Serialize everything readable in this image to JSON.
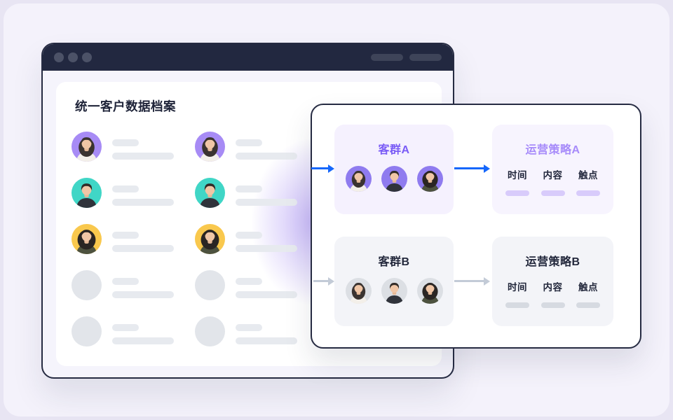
{
  "page": {
    "bg_outer": "#E8E5F3",
    "bg_inner": "#F4F2FB"
  },
  "browser_window": {
    "titlebar": {
      "bg": "#222840",
      "dot_color": "#4C5267",
      "dot_count": 3,
      "pill_color": "#3E4459",
      "pill_count": 2
    },
    "body_bg": "#F5F4FC",
    "border_color": "#262B42",
    "content_card": {
      "title": "统一客户数据档案",
      "title_color": "#1E2338",
      "skeleton_color": "#E7EAEF",
      "glow_color": "#8F70F0",
      "profile_rows": [
        {
          "avatar_color": "#A78BF5",
          "person": "woman-a"
        },
        {
          "avatar_color": "#40D6C6",
          "person": "man-a"
        },
        {
          "avatar_color": "#F9C84D",
          "person": "woman-b"
        },
        {
          "avatar_color": "#E2E5EA",
          "person": "none"
        },
        {
          "avatar_color": "#E2E5EA",
          "person": "none"
        }
      ]
    }
  },
  "flow_panel": {
    "border_color": "#262B42",
    "rows": [
      {
        "segment": {
          "title": "客群A",
          "title_color": "#7A5CF6",
          "bg": "#F5F1FE",
          "member_bg": "#8F7BEF",
          "members": [
            "woman-a",
            "man-a",
            "woman-b"
          ]
        },
        "strategy": {
          "title": "运营策略A",
          "title_color": "#A78BFA",
          "bg": "#F7F4FE",
          "label_color": "#23283C",
          "pill_color": "#D8CBFB",
          "columns": [
            "时间",
            "内容",
            "触点"
          ]
        },
        "arrow_color": "#1667FB"
      },
      {
        "segment": {
          "title": "客群B",
          "title_color": "#23283C",
          "bg": "#F3F4F8",
          "member_bg": "#DCDFE4",
          "members": [
            "woman-a",
            "man-a",
            "woman-b"
          ]
        },
        "strategy": {
          "title": "运营策略B",
          "title_color": "#23283C",
          "bg": "#F3F4F8",
          "label_color": "#23283C",
          "pill_color": "#D6DAE1",
          "columns": [
            "时间",
            "内容",
            "触点"
          ]
        },
        "arrow_color": "#C3CBD7"
      }
    ]
  }
}
